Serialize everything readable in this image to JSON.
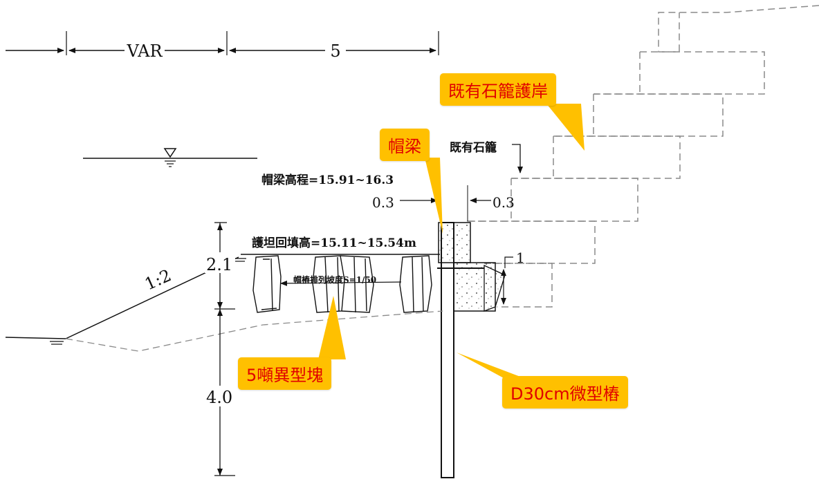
{
  "dimensions": {
    "var": "VAR",
    "five": "5",
    "offset_left": "0.3",
    "offset_right": "0.3",
    "height_upper": "2.1",
    "height_lower": "4.0",
    "slope": "1:2",
    "step_one": "1"
  },
  "notes": {
    "cap_beam_elevation": "帽梁高程=15.91~16.3",
    "backfill_height": "護坦回填高=15.11~15.54m",
    "block_slope": "帽樁排列坡度S=1/50",
    "existing_gabion": "既有石籠"
  },
  "callouts": {
    "existing_revetment": "既有石籠護岸",
    "cap_beam": "帽梁",
    "special_blocks": "5噸異型塊",
    "micro_pile": "D30cm微型樁"
  },
  "colors": {
    "callout_fill": "#ffc000",
    "callout_text": "#e00000",
    "line": "#111111",
    "dashed": "#888888"
  }
}
